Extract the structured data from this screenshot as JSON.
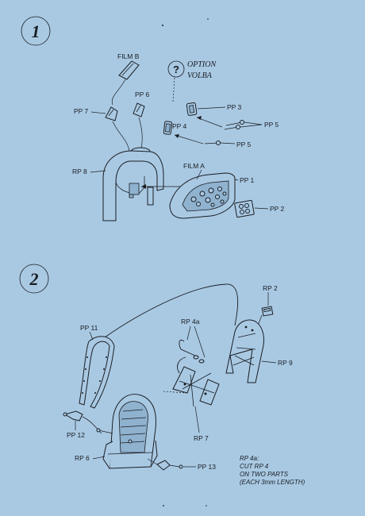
{
  "steps": [
    {
      "number": "1"
    },
    {
      "number": "2"
    }
  ],
  "step1": {
    "option_symbol": "?",
    "option_line1": "OPTION",
    "option_line2": "VOLBA",
    "labels": {
      "film_b": "FILM B",
      "pp7": "PP 7",
      "pp6": "PP 6",
      "pp3": "PP 3",
      "pp4": "PP 4",
      "pp5_a": "PP 5",
      "pp5_b": "PP 5",
      "rp8": "RP 8",
      "film_a": "FILM A",
      "pp1": "PP 1",
      "pp2": "PP 2"
    }
  },
  "step2": {
    "labels": {
      "rp2": "RP 2",
      "rp4a": "RP 4a",
      "pp11": "PP 11",
      "rp9": "RP 9",
      "pp12": "PP 12",
      "rp7": "RP 7",
      "rp6": "RP 6",
      "pp13": "PP 13"
    },
    "note": {
      "line1": "RP 4a:",
      "line2": "CUT RP 4",
      "line3": "ON TWO PARTS",
      "line4": "(EACH 3mm LENGTH)"
    }
  },
  "colors": {
    "paper": "#a9c9e3",
    "ink": "#1a1d22"
  }
}
